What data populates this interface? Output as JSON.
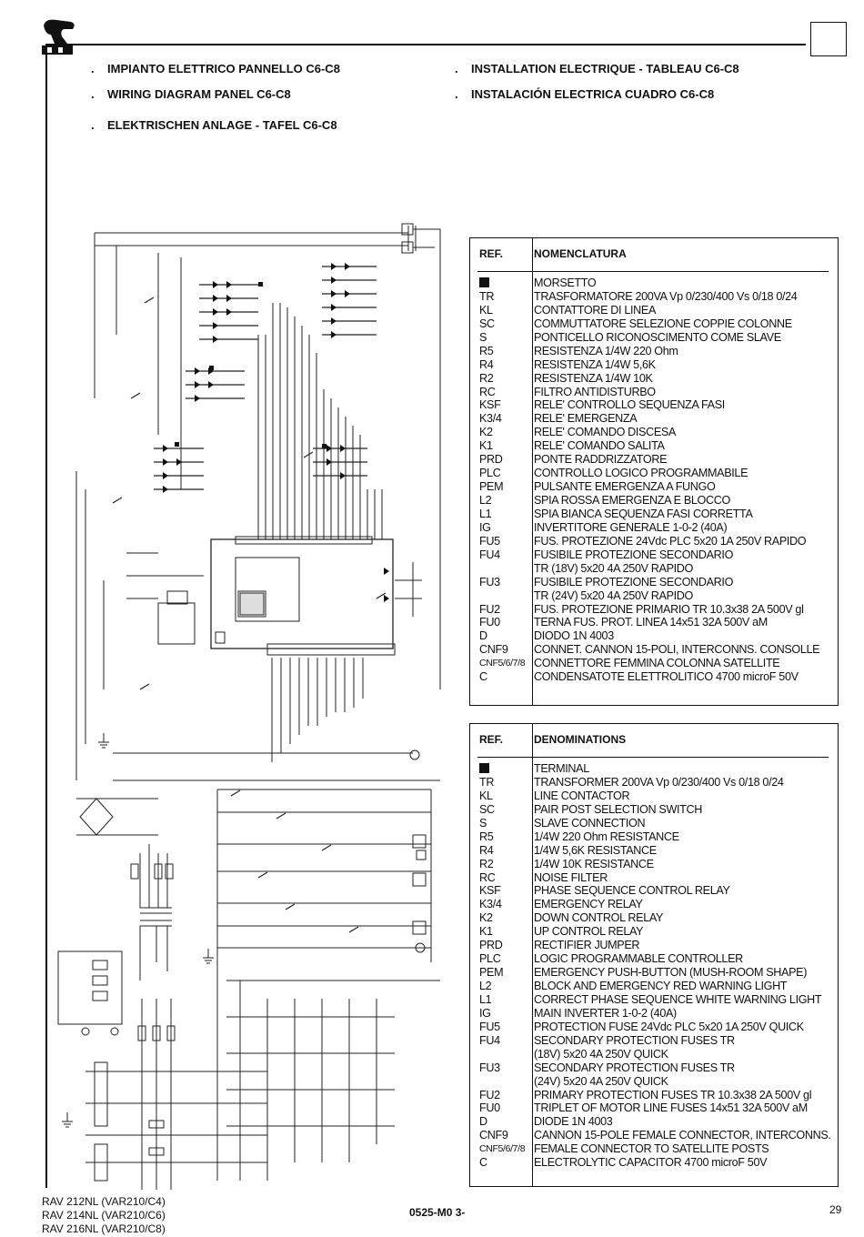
{
  "header": {
    "titles": [
      {
        "bullet": ".",
        "text": "IMPIANTO ELETTRICO PANNELLO C6-C8"
      },
      {
        "bullet": ".",
        "text": "WIRING DIAGRAM PANEL C6-C8"
      },
      {
        "bullet": ".",
        "text": "ELEKTRISCHEN ANLAGE - TAFEL C6-C8"
      },
      {
        "bullet": ".",
        "text": "INSTALLATION ELECTRIQUE  - TABLEAU C6-C8"
      },
      {
        "bullet": ".",
        "text": "INSTALACIÓN ELECTRICA CUADRO C6-C8"
      }
    ]
  },
  "italian_table": {
    "ref_header": "REF.",
    "desc_header": "NOMENCLATURA",
    "rows": [
      {
        "ref": "",
        "desc": "MORSETTO"
      },
      {
        "ref": "TR",
        "desc": "TRASFORMATORE 200VA Vp 0/230/400 Vs 0/18 0/24"
      },
      {
        "ref": "KL",
        "desc": "CONTATTORE DI LINEA"
      },
      {
        "ref": "SC",
        "desc": "COMMUTTATORE SELEZIONE COPPIE COLONNE"
      },
      {
        "ref": "S",
        "desc": "PONTICELLO RICONOSCIMENTO COME SLAVE"
      },
      {
        "ref": "R5",
        "desc": "RESISTENZA 1/4W 220 Ohm"
      },
      {
        "ref": "R4",
        "desc": "RESISTENZA 1/4W 5,6K"
      },
      {
        "ref": "R2",
        "desc": "RESISTENZA 1/4W 10K"
      },
      {
        "ref": "RC",
        "desc": "FILTRO ANTIDISTURBO"
      },
      {
        "ref": "KSF",
        "desc": "RELE' CONTROLLO SEQUENZA FASI"
      },
      {
        "ref": "K3/4",
        "desc": "RELE' EMERGENZA"
      },
      {
        "ref": "K2",
        "desc": "RELE' COMANDO DISCESA"
      },
      {
        "ref": "K1",
        "desc": "RELE' COMANDO SALITA"
      },
      {
        "ref": "PRD",
        "desc": "PONTE RADDRIZZATORE"
      },
      {
        "ref": "PLC",
        "desc": "CONTROLLO LOGICO PROGRAMMABILE"
      },
      {
        "ref": "PEM",
        "desc": "PULSANTE EMERGENZA A FUNGO"
      },
      {
        "ref": "L2",
        "desc": "SPIA ROSSA EMERGENZA E BLOCCO"
      },
      {
        "ref": "L1",
        "desc": "SPIA BIANCA SEQUENZA FASI CORRETTA"
      },
      {
        "ref": "IG",
        "desc": "INVERTITORE GENERALE 1-0-2 (40A)"
      },
      {
        "ref": "FU5",
        "desc": "FUS. PROTEZIONE 24Vdc PLC 5x20 1A 250V RAPIDO"
      },
      {
        "ref": "FU4",
        "desc": "FUSIBILE PROTEZIONE SECONDARIO"
      },
      {
        "ref": "",
        "desc": "TR (18V) 5x20 4A 250V RAPIDO"
      },
      {
        "ref": "FU3",
        "desc": "FUSIBILE PROTEZIONE SECONDARIO"
      },
      {
        "ref": "",
        "desc": "TR (24V) 5x20 4A 250V RAPIDO"
      },
      {
        "ref": "FU2",
        "desc": "FUS. PROTEZIONE  PRIMARIO TR 10.3x38 2A  500V gl"
      },
      {
        "ref": "FU0",
        "desc": "TERNA FUS. PROT.  LINEA 14x51 32A 500V aM"
      },
      {
        "ref": "D",
        "desc": "DIODO 1N 4003"
      },
      {
        "ref": "CNF9",
        "desc": "CONNET. CANNON 15-POLI, INTERCONNS. CONSOLLE"
      },
      {
        "ref": "CNF5/6/7/8",
        "desc": "CONNETTORE FEMMINA COLONNA SATELLITE"
      },
      {
        "ref": "C",
        "desc": "CONDENSATOTE  ELETTROLITICO 4700 microF 50V"
      }
    ]
  },
  "english_table": {
    "ref_header": "REF.",
    "desc_header": "DENOMINATIONS",
    "rows": [
      {
        "ref": "",
        "desc": "TERMINAL"
      },
      {
        "ref": "TR",
        "desc": "TRANSFORMER 200VA Vp 0/230/400 Vs 0/18 0/24"
      },
      {
        "ref": "KL",
        "desc": "LINE CONTACTOR"
      },
      {
        "ref": "SC",
        "desc": "PAIR POST SELECTION SWITCH"
      },
      {
        "ref": "S",
        "desc": "SLAVE CONNECTION"
      },
      {
        "ref": "R5",
        "desc": "1/4W 220 Ohm RESISTANCE"
      },
      {
        "ref": "R4",
        "desc": "1/4W 5,6K RESISTANCE"
      },
      {
        "ref": "R2",
        "desc": "1/4W 10K RESISTANCE"
      },
      {
        "ref": "RC",
        "desc": "NOISE FILTER"
      },
      {
        "ref": "KSF",
        "desc": "PHASE SEQUENCE CONTROL RELAY"
      },
      {
        "ref": "K3/4",
        "desc": "EMERGENCY RELAY"
      },
      {
        "ref": "K2",
        "desc": "DOWN CONTROL RELAY"
      },
      {
        "ref": "K1",
        "desc": "UP CONTROL RELAY"
      },
      {
        "ref": "PRD",
        "desc": "RECTIFIER JUMPER"
      },
      {
        "ref": "PLC",
        "desc": "LOGIC PROGRAMMABLE CONTROLLER"
      },
      {
        "ref": "PEM",
        "desc": "EMERGENCY PUSH-BUTTON (MUSH-ROOM SHAPE)"
      },
      {
        "ref": "L2",
        "desc": "BLOCK AND EMERGENCY RED WARNING LIGHT"
      },
      {
        "ref": "L1",
        "desc": "CORRECT PHASE SEQUENCE  WHITE WARNING LIGHT"
      },
      {
        "ref": "IG",
        "desc": "MAIN INVERTER 1-0-2 (40A)"
      },
      {
        "ref": "FU5",
        "desc": "PROTECTION FUSE 24Vdc PLC 5x20 1A 250V QUICK"
      },
      {
        "ref": "FU4",
        "desc": "SECONDARY PROTECTION FUSES  TR"
      },
      {
        "ref": "",
        "desc": "(18V) 5x20 4A 250V QUICK"
      },
      {
        "ref": "FU3",
        "desc": "SECONDARY PROTECTION FUSES  TR"
      },
      {
        "ref": "",
        "desc": "(24V) 5x20 4A 250V QUICK"
      },
      {
        "ref": "FU2",
        "desc": "PRIMARY PROTECTION FUSES TR 10.3x38 2A  500V  gl"
      },
      {
        "ref": "FU0",
        "desc": "TRIPLET OF MOTOR LINE FUSES 14x51 32A 500V aM"
      },
      {
        "ref": "D",
        "desc": "DIODE 1N 4003"
      },
      {
        "ref": "CNF9",
        "desc": "CANNON 15-POLE FEMALE CONNECTOR, INTERCONNS."
      },
      {
        "ref": "CNF5/6/7/8",
        "desc": "FEMALE CONNECTOR TO SATELLITE POSTS"
      },
      {
        "ref": "C",
        "desc": "ELECTROLYTIC  CAPACITOR  4700 microF 50V"
      }
    ]
  },
  "footer": {
    "models": [
      "RAV 212NL (VAR210/C4)",
      "RAV 214NL (VAR210/C6)",
      "RAV 216NL (VAR210/C8)"
    ],
    "doc_code": "0525-M0  3-",
    "page_number": "29"
  }
}
